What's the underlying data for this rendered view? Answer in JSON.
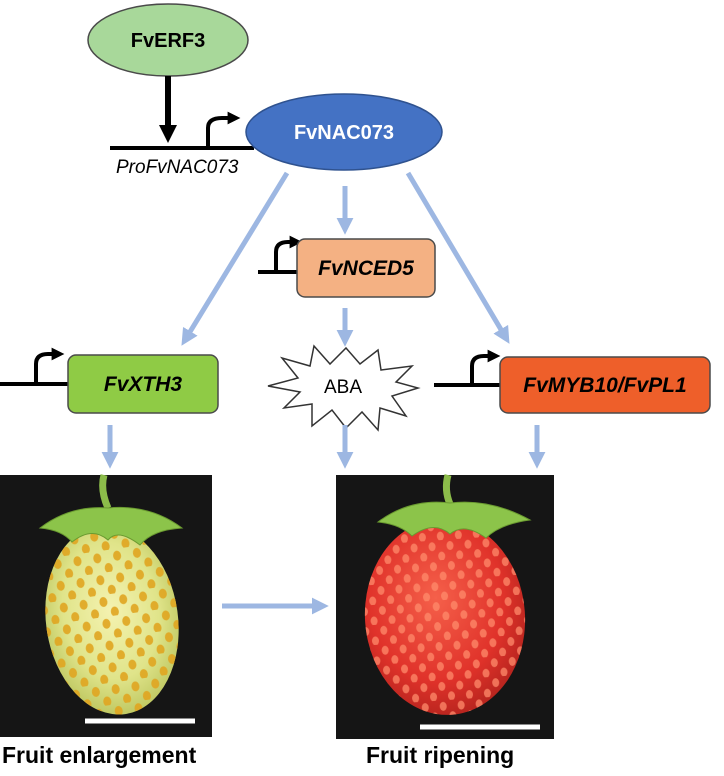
{
  "nodes": {
    "erf3": "FvERF3",
    "promoter": "ProFvNAC073",
    "nac073": "FvNAC073",
    "nced5": "FvNCED5",
    "xth3": "FvXTH3",
    "aba": "ABA",
    "myb10_pl1": "FvMYB10/FvPL1"
  },
  "captions": {
    "left": "Fruit enlargement",
    "right": "Fruit ripening"
  },
  "colors": {
    "erf3_fill": "#a8d89a",
    "nac073_fill": "#4472c4",
    "nced5_fill": "#f4b183",
    "xth3_fill": "#8fcb45",
    "myb10_fill": "#ee5f2a",
    "arrow": "#9db7e2",
    "photo_background": "#151515"
  },
  "icons": [
    "transcription-start-arrow-icon",
    "repression-bar-icon",
    "scale-bar-icon"
  ]
}
